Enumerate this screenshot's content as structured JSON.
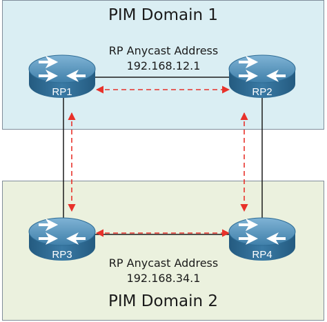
{
  "domains": [
    {
      "title": "PIM Domain 1",
      "background": "#daeef3"
    },
    {
      "title": "PIM Domain 2",
      "background": "#ebf1de"
    }
  ],
  "anycast": [
    {
      "label": "RP Anycast Address",
      "address": "192.168.12.1"
    },
    {
      "label": "RP Anycast Address",
      "address": "192.168.34.1"
    }
  ],
  "routers": [
    {
      "id": "rp1",
      "label": "RP1",
      "icon": "router-icon"
    },
    {
      "id": "rp2",
      "label": "RP2",
      "icon": "router-icon"
    },
    {
      "id": "rp3",
      "label": "RP3",
      "icon": "router-icon"
    },
    {
      "id": "rp4",
      "label": "RP4",
      "icon": "router-icon"
    }
  ],
  "colors": {
    "router_top": "#4f8fb8",
    "router_side": "#2e6c95",
    "link": "#1a1a1a",
    "peering_arrow": "#e8312a"
  }
}
